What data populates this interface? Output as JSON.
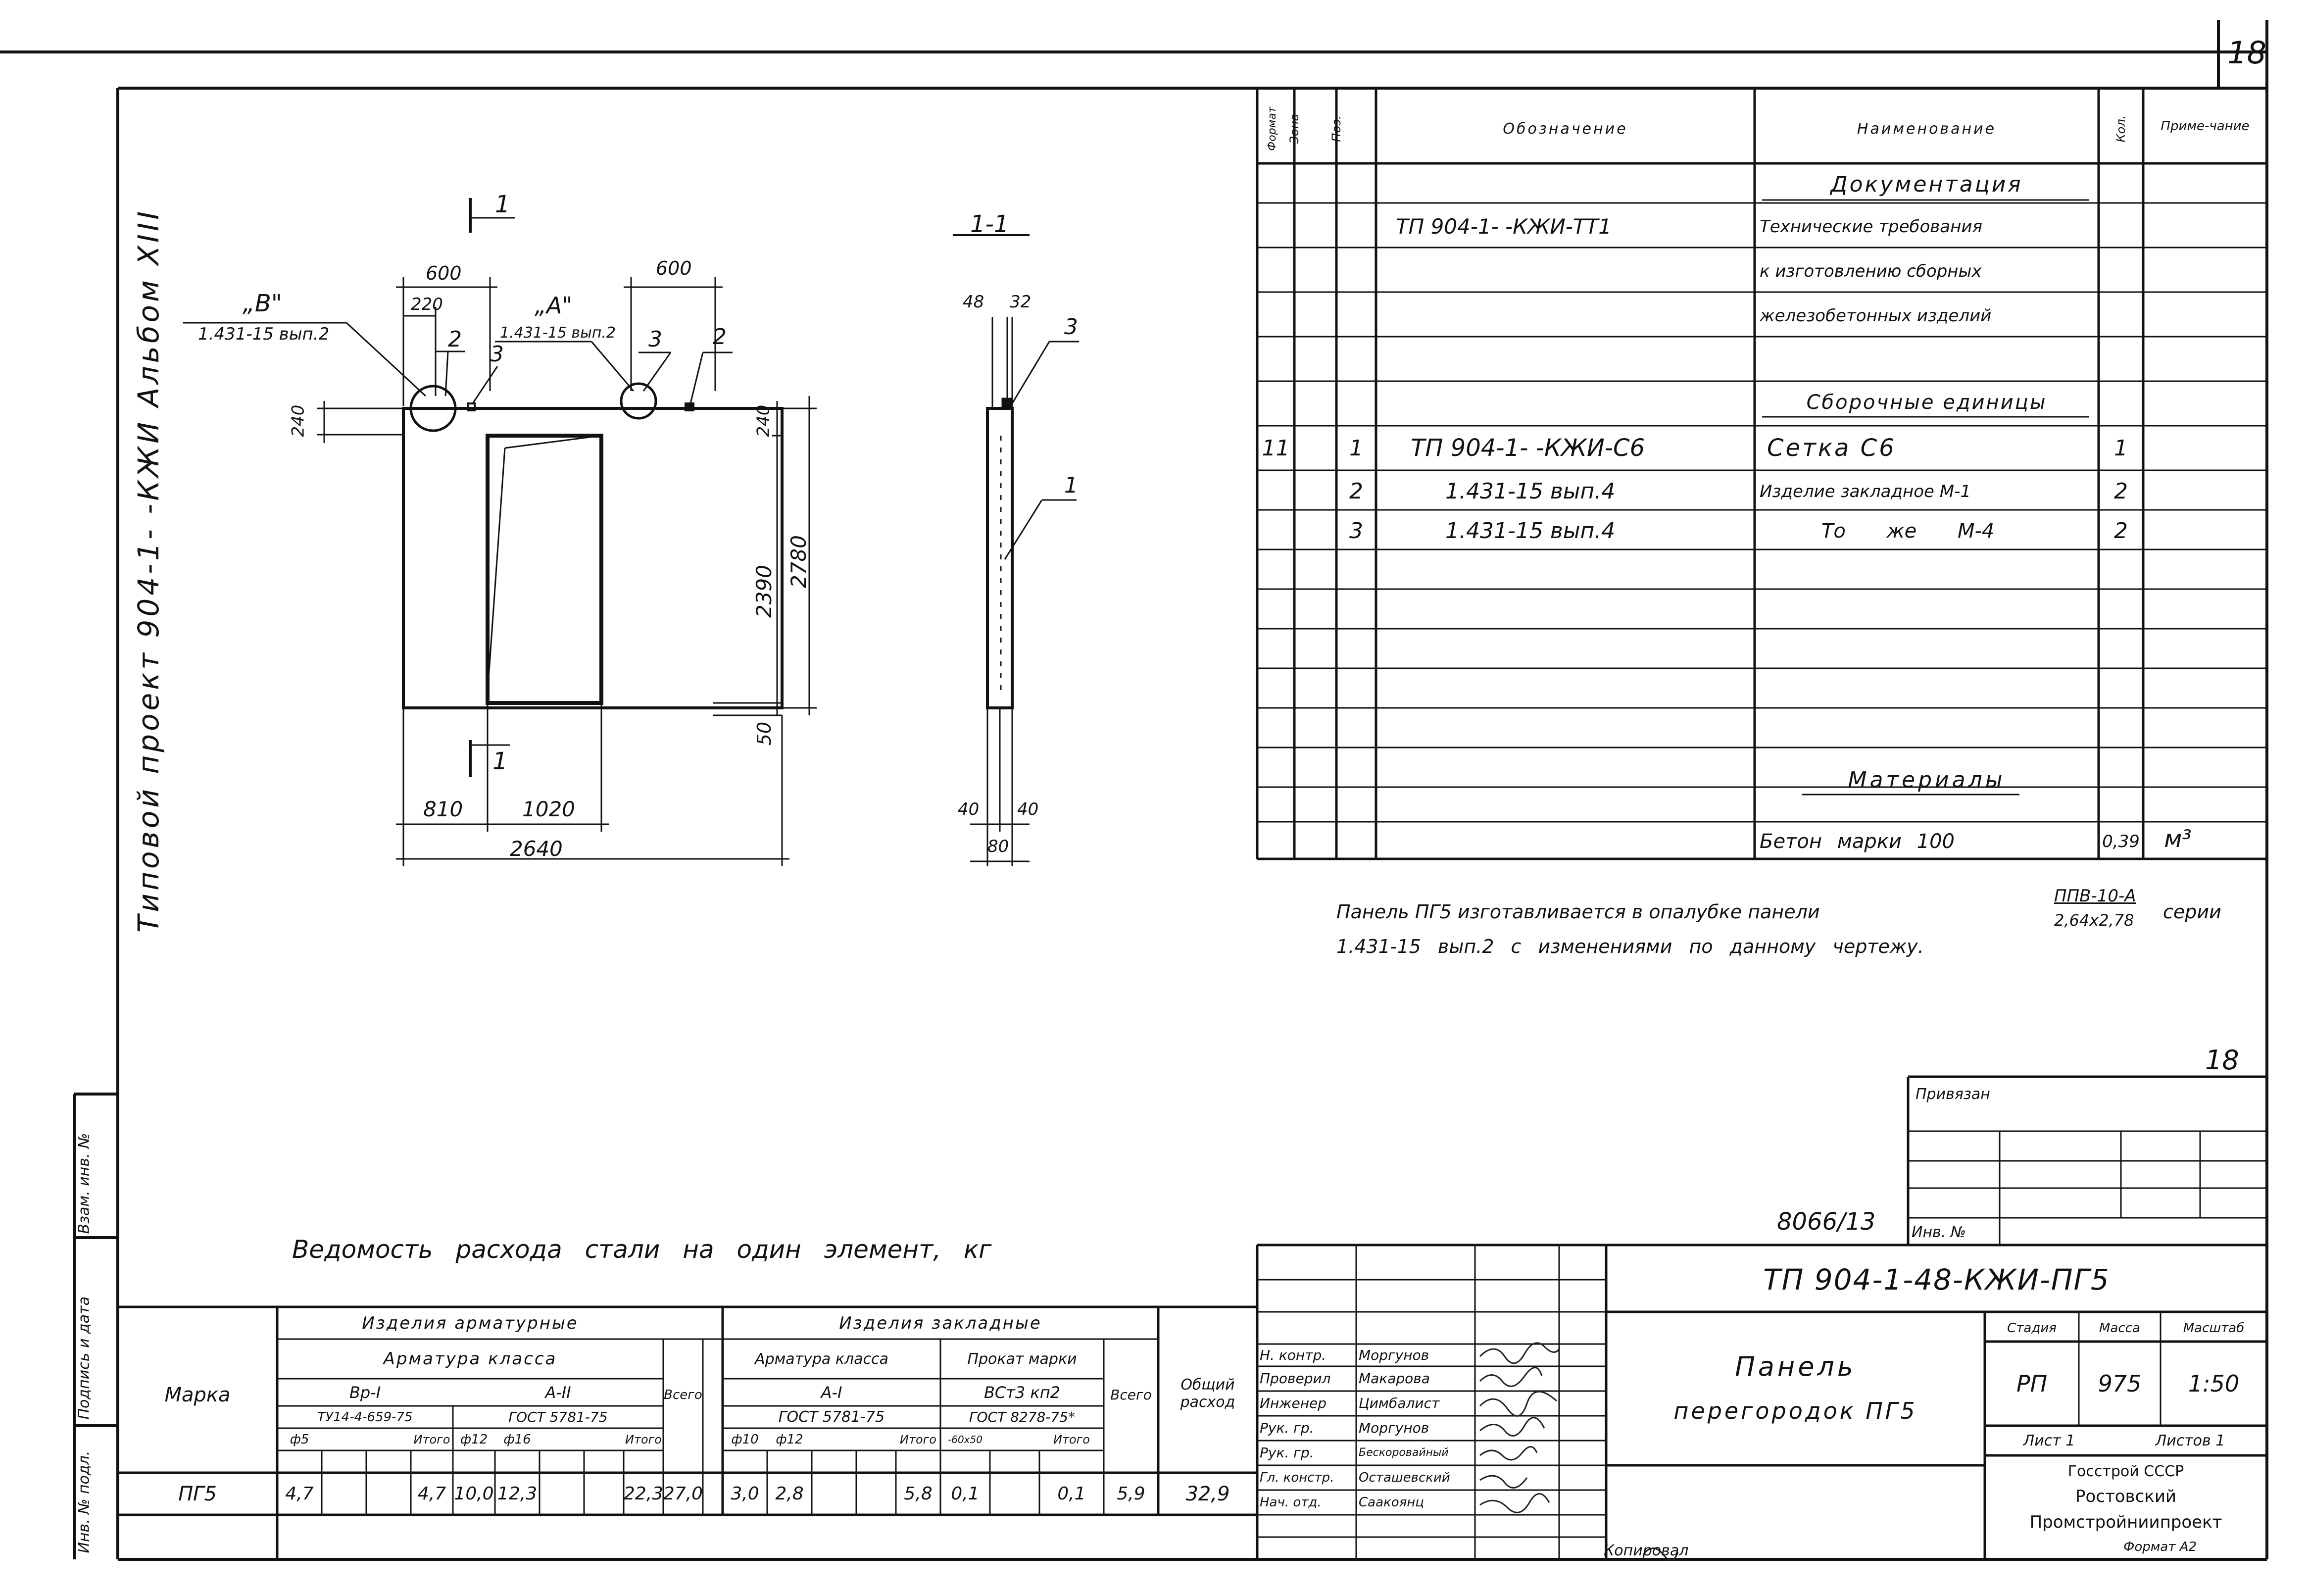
{
  "page": {
    "sheet_number_top": "18",
    "sheet_number_stamp": "18",
    "side_label": "Типовой проект 904-1- -КЖИ Альбом XIII",
    "left_margin_labels": [
      "Инв. № подл.",
      "Подпись и дата",
      "Взам. инв. №"
    ]
  },
  "drawing": {
    "section_mark_top": "1",
    "section_mark_bottom": "1",
    "section_title": "1-1",
    "callout_b_name": "„В\"",
    "callout_b_ref": "1.431-15 вып.2",
    "callout_a_name": "„А\"",
    "callout_a_ref": "1.431-15 вып.2",
    "dim_600_left": "600",
    "dim_600_right": "600",
    "dim_220": "220",
    "dim_240_left": "240",
    "dim_240_right": "240",
    "dim_2390": "2390",
    "dim_2780": "2780",
    "dim_50": "50",
    "dim_810": "810",
    "dim_1020": "1020",
    "dim_2640": "2640",
    "sec_dim_48": "48",
    "sec_dim_32": "32",
    "sec_dim_40_left": "40",
    "sec_dim_40_right": "40",
    "sec_dim_80": "80",
    "pos_1": "1",
    "pos_2_left": "2",
    "pos_2_right": "2",
    "pos_3_left": "3",
    "pos_3_mid": "3",
    "pos_3_sec": "3"
  },
  "spec": {
    "headers": {
      "format": "Формат",
      "zone": "Зона",
      "pos": "Поз.",
      "designation": "Обозначение",
      "name": "Наименование",
      "qty": "Кол.",
      "note": "Приме-чание"
    },
    "section_docs": "Документация",
    "doc_designation": "ТП 904-1- -КЖИ-ТТ1",
    "doc_name_lines": [
      "Технические требования",
      "к изготовлению сборных",
      "железобетонных изделий"
    ],
    "section_assembly": "Сборочные единицы",
    "rows": [
      {
        "format": "11",
        "pos": "1",
        "designation": "ТП 904-1- -КЖИ-С6",
        "name": "Сетка С6",
        "qty": "1"
      },
      {
        "format": "",
        "pos": "2",
        "designation": "1.431-15 вып.4",
        "name": "Изделие закладное М-1",
        "qty": "2"
      },
      {
        "format": "",
        "pos": "3",
        "designation": "1.431-15 вып.4",
        "name": "То же М-4",
        "qty": "2"
      }
    ],
    "section_materials": "Материалы",
    "material_name": "Бетон марки 100",
    "material_qty": "0,39",
    "material_unit": "м³"
  },
  "note": {
    "line1_a": "Панель ПГ5 изготавливается в опалубке панели",
    "formwork_mark": "ППВ-10-А",
    "formwork_size": "2,64x2,78",
    "line1_b": "серии",
    "line2": "1.431-15 вып.2 с изменениями по данному чертежу."
  },
  "steel_table": {
    "title": "Ведомость расхода стали на один элемент, кг",
    "marka": "Марка",
    "armature_products": "Изделия арматурные",
    "armature_class": "Арматура класса",
    "class_vp": "Вр-I",
    "class_a2": "А-II",
    "tu": "ТУ14-4-659-75",
    "gost_5781_a": "ГОСТ 5781-75",
    "d5": "ф5",
    "itogo": "Итого",
    "d12": "ф12",
    "d16": "ф16",
    "vsego": "Всего",
    "embedded_products": "Изделия закладные",
    "class_a1": "А-I",
    "gost_5781_b": "ГОСТ 5781-75",
    "d10": "ф10",
    "d12b": "ф12",
    "rolled_steel": "Прокат марки",
    "steel_grade": "ВСт3 кп2",
    "gost_8278": "ГОСТ 8278-75*",
    "profile": "-60x50",
    "total_consumption": "Общий расход",
    "row": {
      "marka": "ПГ5",
      "d5": "4,7",
      "d5_blank": "",
      "it1": "4,7",
      "d12": "10,0",
      "d16": "12,3",
      "d16_blank": "",
      "it2": "22,3",
      "vsego1": "27,0",
      "d10": "3,0",
      "d12b": "2,8",
      "d12b_blank": "",
      "it3": "5,8",
      "pr": "0,1",
      "pr_blank": "",
      "it4": "0,1",
      "vsego2": "5,9",
      "total": "32,9"
    }
  },
  "title_block": {
    "privyazan": "Привязан",
    "inv_no_label": "Инв. №",
    "inv_no": "8066/13",
    "code": "ТП 904-1-48-КЖИ-ПГ5",
    "name_line1": "Панель",
    "name_line2": "перегородок ПГ5",
    "stage_label": "Стадия",
    "mass_label": "Масса",
    "scale_label": "Масштаб",
    "stage": "РП",
    "mass": "975",
    "scale": "1:50",
    "sheet": "Лист 1",
    "sheets": "Листов 1",
    "org_lines": [
      "Госстрой СССР",
      "Ростовский",
      "Промстройниипроект"
    ],
    "roles": [
      {
        "role": "Н. контр.",
        "name": "Моргунов"
      },
      {
        "role": "Проверил",
        "name": "Макарова"
      },
      {
        "role": "Инженер",
        "name": "Цимбалист"
      },
      {
        "role": "Рук. гр.",
        "name": "Моргунов"
      },
      {
        "role": "Рук. гр.",
        "name": "Бескоровайный"
      },
      {
        "role": "Гл. констр.",
        "name": "Осташевский"
      },
      {
        "role": "Нач. отд.",
        "name": "Саакоянц"
      }
    ],
    "copied": "Копировал",
    "format": "Формат А2"
  }
}
